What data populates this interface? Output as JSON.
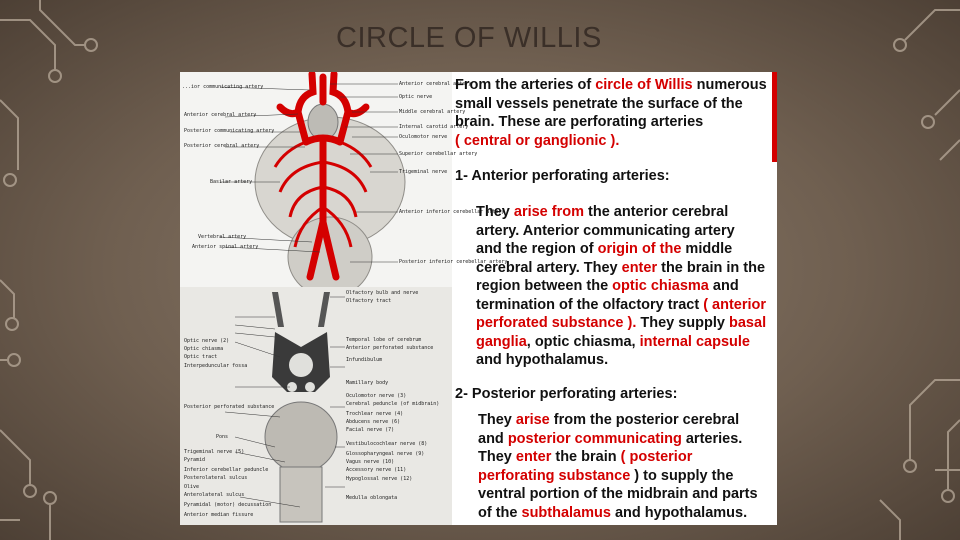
{
  "slide": {
    "title": "CIRCLE OF WILLIS"
  },
  "intro": {
    "lines": [
      [
        {
          "t": "From the arteries of "
        },
        {
          "t": "circle of Willis",
          "hl": true
        },
        {
          "t": " numerous"
        }
      ],
      [
        {
          "t": "small vessels penetrate the surface of the"
        }
      ],
      [
        {
          "t": " brain. These are perforating arteries"
        }
      ],
      [
        {
          "t": "( central or ganglionic ).",
          "hl": true
        }
      ]
    ]
  },
  "anterior": {
    "heading": "1- Anterior perforating arteries:",
    "lines": [
      [
        {
          "t": "They "
        },
        {
          "t": "arise from",
          "hl": true
        },
        {
          "t": " the anterior cerebral"
        }
      ],
      [
        {
          "t": " artery. Anterior communicating artery"
        }
      ],
      [
        {
          "t": " and the region of "
        },
        {
          "t": "origin of the",
          "hl": true
        },
        {
          "t": " middle"
        }
      ],
      [
        {
          "t": "cerebral artery. They "
        },
        {
          "t": "enter",
          "hl": true
        },
        {
          "t": " the brain in the"
        }
      ],
      [
        {
          "t": "region between the "
        },
        {
          "t": "optic chiasma",
          "hl": true
        },
        {
          "t": " and"
        }
      ],
      [
        {
          "t": "termination of the olfactory tract "
        },
        {
          "t": "( anterior",
          "hl": true
        }
      ],
      [
        {
          "t": "perforated substance ).",
          "hl": true
        },
        {
          "t": " They supply "
        },
        {
          "t": "basal",
          "hl": true
        }
      ],
      [
        {
          "t": "ganglia",
          "hl": true
        },
        {
          "t": ", optic chiasma, "
        },
        {
          "t": "internal capsule",
          "hl": true
        }
      ],
      [
        {
          "t": "and hypothalamus."
        }
      ]
    ]
  },
  "posterior": {
    "heading": "2- Posterior perforating arteries:",
    "lines": [
      [
        {
          "t": "They "
        },
        {
          "t": "arise",
          "hl": true
        },
        {
          "t": " from the posterior cerebral"
        }
      ],
      [
        {
          "t": "and "
        },
        {
          "t": "posterior communicating",
          "hl": true
        },
        {
          "t": " arteries."
        }
      ],
      [
        {
          "t": "They "
        },
        {
          "t": "enter",
          "hl": true
        },
        {
          "t": " the brain "
        },
        {
          "t": "( posterior",
          "hl": true
        }
      ],
      [
        {
          "t": "perforating substance",
          "hl": true
        },
        {
          "t": " ) to supply the"
        }
      ],
      [
        {
          "t": "ventral portion of the midbrain and parts"
        }
      ],
      [
        {
          "t": "of the "
        },
        {
          "t": "subthalamus",
          "hl": true
        },
        {
          "t": " and hypothalamus."
        }
      ]
    ]
  },
  "figure_top": {
    "labels_left": [
      "...ior communicating artery",
      "Anterior cerebral artery",
      "Posterior communicating artery",
      "Posterior cerebral artery",
      "Basilar artery",
      "Vertebral artery",
      "Anterior spinal artery"
    ],
    "labels_right": [
      "Anterior cerebral artery",
      "Optic nerve",
      "Middle cerebral artery",
      "Internal carotid artery",
      "Oculomotor nerve",
      "Superior cerebellar artery",
      "Trigeminal nerve",
      "Anterior inferior cerebellar artery",
      "Posterior inferior cerebellar artery"
    ]
  },
  "figure_bottom": {
    "labels_left": [
      "Optic nerve (2)",
      "Optic chiasma",
      "Optic tract",
      "Interpeduncular fossa",
      "Posterior perforated substance",
      "Pons",
      "Trigeminal nerve (5)",
      "Pyramid",
      "Inferior cerebellar peduncle",
      "Posterolateral sulcus",
      "Olive",
      "Anterolateral sulcus",
      "Pyramidal (motor) decussation",
      "Anterior median fissure"
    ],
    "labels_right": [
      "Olfactory bulb and nerve",
      "Olfactory tract",
      "Temporal lobe of cerebrum",
      "Anterior perforated substance",
      "Infundibulum",
      "Mamillary body",
      "Oculomotor nerve (3)",
      "Cerebral peduncle (of midbrain)",
      "Trochlear nerve (4)",
      "Abducens nerve (6)",
      "Facial nerve (7)",
      "Vestibulocochlear nerve (8)",
      "Glossopharyngeal nerve (9)",
      "Vagus nerve (10)",
      "Accessory nerve (11)",
      "Hypoglossal nerve (12)",
      "Medulla oblongata"
    ]
  },
  "colors": {
    "accent": "#d40000",
    "text": "#111111",
    "title": "#3a2f28",
    "background": "#6f5f50"
  }
}
